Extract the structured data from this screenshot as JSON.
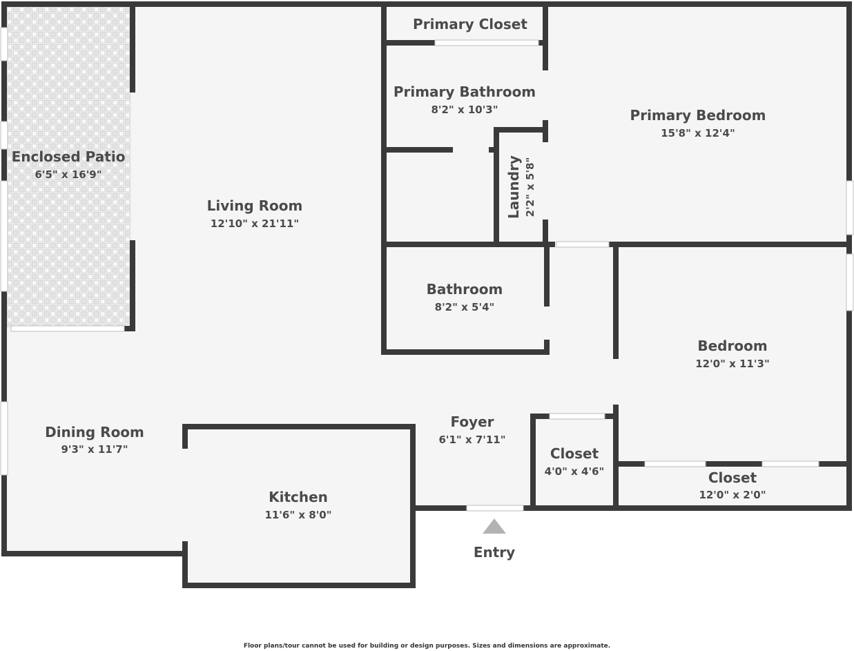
{
  "colors": {
    "wall": "#3a3a3a",
    "floor": "#f5f5f5",
    "patio_floor": "#ececec",
    "patio_tile": "#dcdcdc",
    "opening": "#ffffff",
    "text": "#4a4a4a",
    "entry_arrow": "#b3b3b3"
  },
  "rooms": {
    "enclosed_patio": {
      "name": "Enclosed Patio",
      "dims": "6'5\" x 16'9\""
    },
    "living_room": {
      "name": "Living Room",
      "dims": "12'10\" x 21'11\""
    },
    "primary_closet": {
      "name": "Primary Closet"
    },
    "primary_bathroom": {
      "name": "Primary Bathroom",
      "dims": "8'2\" x 10'3\""
    },
    "laundry": {
      "name": "Laundry",
      "dims": "2'2\" x 5'8\""
    },
    "primary_bedroom": {
      "name": "Primary Bedroom",
      "dims": "15'8\" x 12'4\""
    },
    "bathroom": {
      "name": "Bathroom",
      "dims": "8'2\" x 5'4\""
    },
    "bedroom": {
      "name": "Bedroom",
      "dims": "12'0\" x 11'3\""
    },
    "foyer": {
      "name": "Foyer",
      "dims": "6'1\" x 7'11\""
    },
    "closet_foyer": {
      "name": "Closet",
      "dims": "4'0\" x 4'6\""
    },
    "closet_bedroom": {
      "name": "Closet",
      "dims": "12'0\" x 2'0\""
    },
    "dining_room": {
      "name": "Dining Room",
      "dims": "9'3\" x 11'7\""
    },
    "kitchen": {
      "name": "Kitchen",
      "dims": "11'6\" x 8'0\""
    }
  },
  "entry": {
    "label": "Entry"
  },
  "disclaimer": "Floor plans/tour cannot be used for building or design purposes. Sizes and dimensions are approximate."
}
